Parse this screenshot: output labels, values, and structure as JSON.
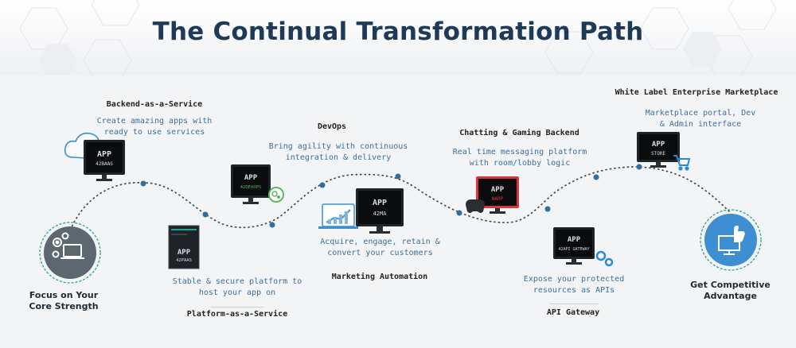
{
  "title": "The Continual Transformation Path",
  "path": {
    "start_label": "Focus on Your\nCore Strength",
    "end_label": "Get Competitive\nAdvantage"
  },
  "stages": [
    {
      "name": "Backend-as-a-Service",
      "desc": "Create amazing apps with\nready to use services",
      "screen_text": "APP\n42BAAS"
    },
    {
      "name": "Platform-as-a-Service",
      "desc": "Stable & secure platform to\nhost your app on",
      "screen_text": "APP\n42PAAS"
    },
    {
      "name": "DevOps",
      "desc": "Bring agility with continuous\nintegration & delivery",
      "screen_text": "APP\n42DEVOPS"
    },
    {
      "name": "Marketing Automation",
      "desc": "Acquire, engage, retain &\nconvert your customers",
      "screen_text": "APP\n42MA"
    },
    {
      "name": "Chatting & Gaming Backend",
      "desc": "Real time messaging platform\nwith room/lobby logic",
      "screen_text": "APP\nWARP"
    },
    {
      "name": "API Gateway",
      "desc": "Expose your protected\nresources as APIs",
      "screen_text": "APP\n42API GATEWAY"
    },
    {
      "name": "White Label Enterprise Marketplace",
      "desc": "Marketplace portal, Dev\n& Admin interface",
      "screen_text": "APP\nSTORE"
    }
  ],
  "colors": {
    "title": "#1e3a56",
    "description": "#3a6f9e",
    "path_dot": "#2f6f9f",
    "start_circle": "#5c6770",
    "end_circle": "#3d8fd1",
    "ring": "#2aa198",
    "red_monitor": "#d9353b",
    "gear_blue": "#2a8ad6",
    "gear_green": "#5cb85c"
  }
}
